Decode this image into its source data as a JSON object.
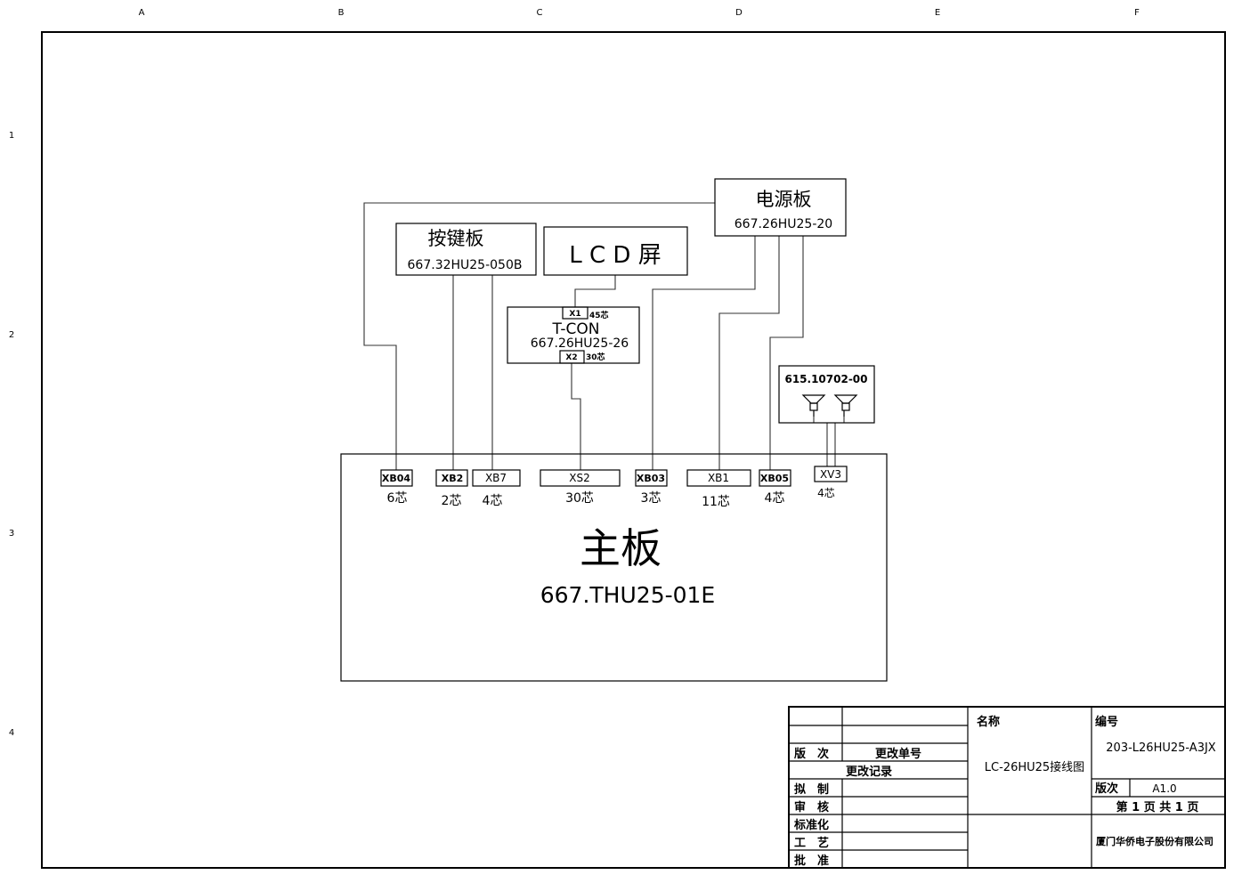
{
  "grid": {
    "cols": [
      "A",
      "B",
      "C",
      "D",
      "E",
      "F"
    ],
    "rows": [
      "1",
      "2",
      "3",
      "4"
    ]
  },
  "power_board": {
    "name": "电源板",
    "part": "667.26HU25-20"
  },
  "key_board": {
    "name": "按键板",
    "part": "667.32HU25-050B"
  },
  "lcd": {
    "name": "L C D 屏"
  },
  "tcon": {
    "name": "T-CON",
    "part": "667.26HU25-26",
    "x1": "X1",
    "x1_cores": "45芯",
    "x2": "X2",
    "x2_cores": "30芯"
  },
  "speaker": {
    "part": "615.10702-00"
  },
  "main_board": {
    "name": "主板",
    "part": "667.THU25-01E"
  },
  "connectors": [
    {
      "id": "XB04",
      "cores": "6芯"
    },
    {
      "id": "XB2",
      "cores": "2芯"
    },
    {
      "id": "XB7",
      "cores": "4芯"
    },
    {
      "id": "XS2",
      "cores": "30芯"
    },
    {
      "id": "XB03",
      "cores": "3芯"
    },
    {
      "id": "XB1",
      "cores": "11芯"
    },
    {
      "id": "XB05",
      "cores": "4芯"
    },
    {
      "id": "XV3",
      "cores": "4芯"
    }
  ],
  "title_block": {
    "version_label": "版　次",
    "change_no_label": "更改单号",
    "change_record_label": "更改记录",
    "draft_label": "拟　制",
    "review_label": "审　核",
    "standard_label": "标准化",
    "process_label": "工　艺",
    "approve_label": "批　准",
    "name_label": "名称",
    "name_value": "LC-26HU25接线图",
    "code_label": "编号",
    "code_value": "203-L26HU25-A3JX",
    "rev_label": "版次",
    "rev_value": "A1.0",
    "page_text": "第 1 页 共 1 页",
    "company": "厦门华侨电子股份有限公司"
  }
}
